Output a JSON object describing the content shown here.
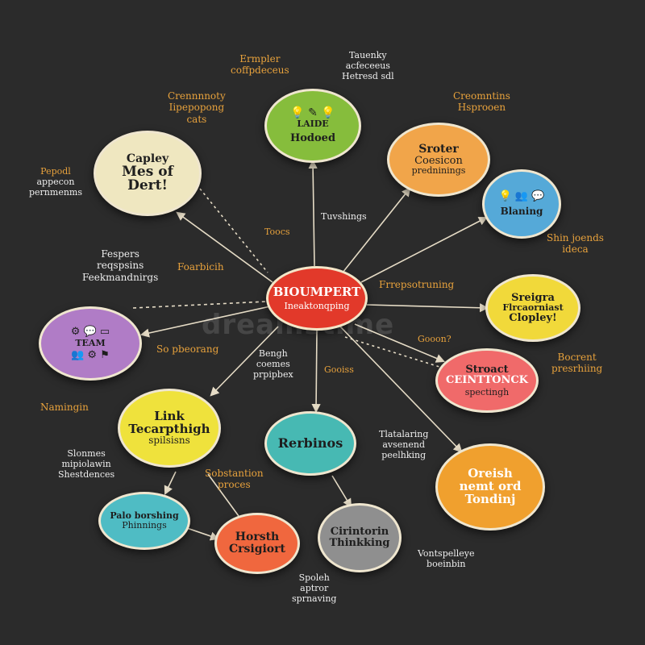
{
  "center": {
    "line1": "BIOUMPERT",
    "line2": "Ineaktonqping"
  },
  "nodes": {
    "top_idea": {
      "line1": "LAIDE",
      "line2": "Hodoed",
      "color": "#86bd3c"
    },
    "capley": {
      "line1": "Capley",
      "line2": "Mes of",
      "line3": "Dert!",
      "color": "#efe7c0"
    },
    "sroter": {
      "line1": "Sroter",
      "line2": "Coesicon",
      "line3": "predninings",
      "color": "#f1a54a"
    },
    "blue_planning": {
      "line1": "Blaning",
      "color": "#55a9d8"
    },
    "sreigra": {
      "line1": "Sreigra",
      "line2": "Flrcaorniast",
      "line3": "Clopley!",
      "color": "#f1d93a"
    },
    "purple_team": {
      "line1": "TEAM",
      "color": "#b07cc6"
    },
    "stroact": {
      "line1": "Stroact",
      "line2": "CEINTTONCK",
      "line3": "spectingh",
      "color": "#f06a6a"
    },
    "link": {
      "line1": "Link",
      "line2": "Tecarpthigh",
      "line3": "spilsisns",
      "color": "#efe23c"
    },
    "rerbinos": {
      "line1": "Rerbinos",
      "color": "#47b9b3"
    },
    "oreish": {
      "line1": "Oreish",
      "line2": "nemt ord",
      "line3": "Tondinj",
      "color": "#f0a02e"
    },
    "palo": {
      "line1": "Palo borshing",
      "line2": "Phinnings",
      "color": "#4fbcc4"
    },
    "horsth": {
      "line1": "Horsth",
      "line2": "Crsigiort",
      "color": "#f0673e"
    },
    "cirintorin": {
      "line1": "Cirintorin",
      "line2": "Thinkking",
      "color": "#8f8f8f"
    }
  },
  "labels": {
    "empler": [
      "Ermpler",
      "coffpdeceus"
    ],
    "tauenky": [
      "Tauenky",
      "acfeceeus",
      "Hetresd sdl"
    ],
    "crennnnoty": [
      "Crennnnoty",
      "Iipepopong",
      "cats"
    ],
    "creomntins": [
      "Creomntins",
      "Hsprooen"
    ],
    "pepodl": [
      "Pepodl",
      "appecon",
      "pernmenms"
    ],
    "tooocs": [
      "Toocs"
    ],
    "tuvshings": [
      "Tuvshings"
    ],
    "shin_joends": [
      "Shin joends",
      "ideca"
    ],
    "fespers": [
      "Fespers",
      "reqspsins",
      "Feekmandnirgs"
    ],
    "foarbicih": [
      "Foarbicih"
    ],
    "freprsotruning": [
      "Frrepsotruning"
    ],
    "so_pbeorang": [
      "So pbeorang"
    ],
    "bengh": [
      "Bengh",
      "coemes",
      "prpipbex"
    ],
    "goeiss": [
      "Gooiss"
    ],
    "goeon": [
      "Gooon?"
    ],
    "bocrent": [
      "Bocrent",
      "presrhiing"
    ],
    "namingin": [
      "Namingin"
    ],
    "slonmes": [
      "Slonmes",
      "mipiolawin",
      "Shestdences"
    ],
    "sobstantion": [
      "Sobstantion",
      "proces"
    ],
    "tlatalaring": [
      "Tlatalaring",
      "avsenend",
      "peelhking"
    ],
    "vontspelleye": [
      "Vontspelleye",
      "boeinbin"
    ],
    "spoleh": [
      "Spoleh",
      "aptror",
      "sprnaving"
    ]
  },
  "watermark": "dreamstime"
}
